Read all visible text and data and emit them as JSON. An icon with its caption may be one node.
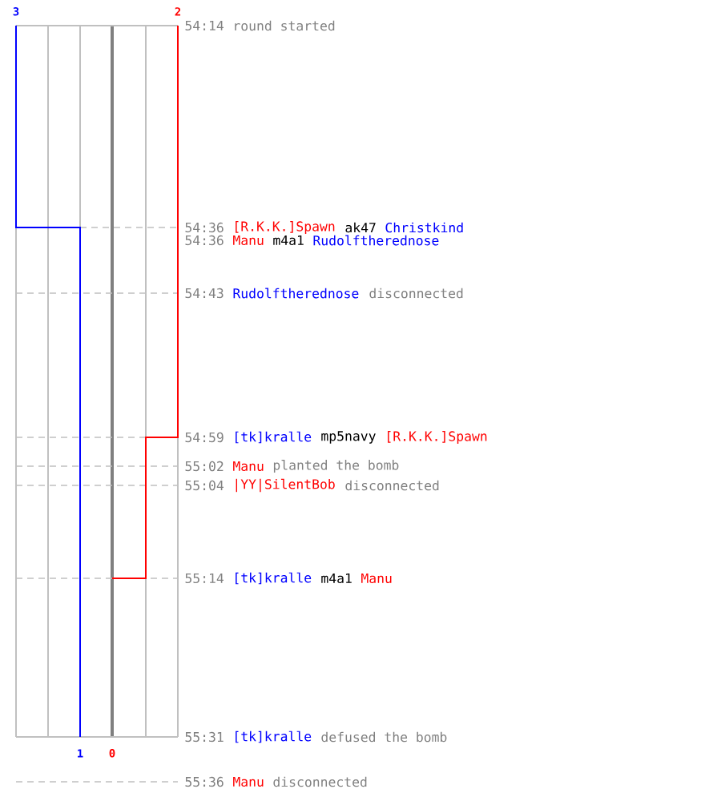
{
  "diagram": {
    "labels": [
      "3",
      "2",
      "54:14",
      "round started",
      "54:36",
      "[R.K.K.]Spawn",
      "ak47",
      "Christkind",
      "54:36",
      "Manu",
      "m4a1",
      "Rudolftherednose",
      "54:43",
      "Rudolftherednose",
      "disconnected",
      "54:59",
      "[tk]kralle",
      "mp5navy",
      "[R.K.K.]Spawn",
      "55:02",
      "Manu",
      "planted the bomb",
      "55:04",
      "|YY|SilentBob",
      "disconnected",
      "55:14",
      "[tk]kralle",
      "m4a1",
      "Manu",
      "1",
      "0",
      "55:31",
      "[tk]kralle",
      "defused the bomb",
      "55:36",
      "Manu",
      "disconnected"
    ]
  }
}
